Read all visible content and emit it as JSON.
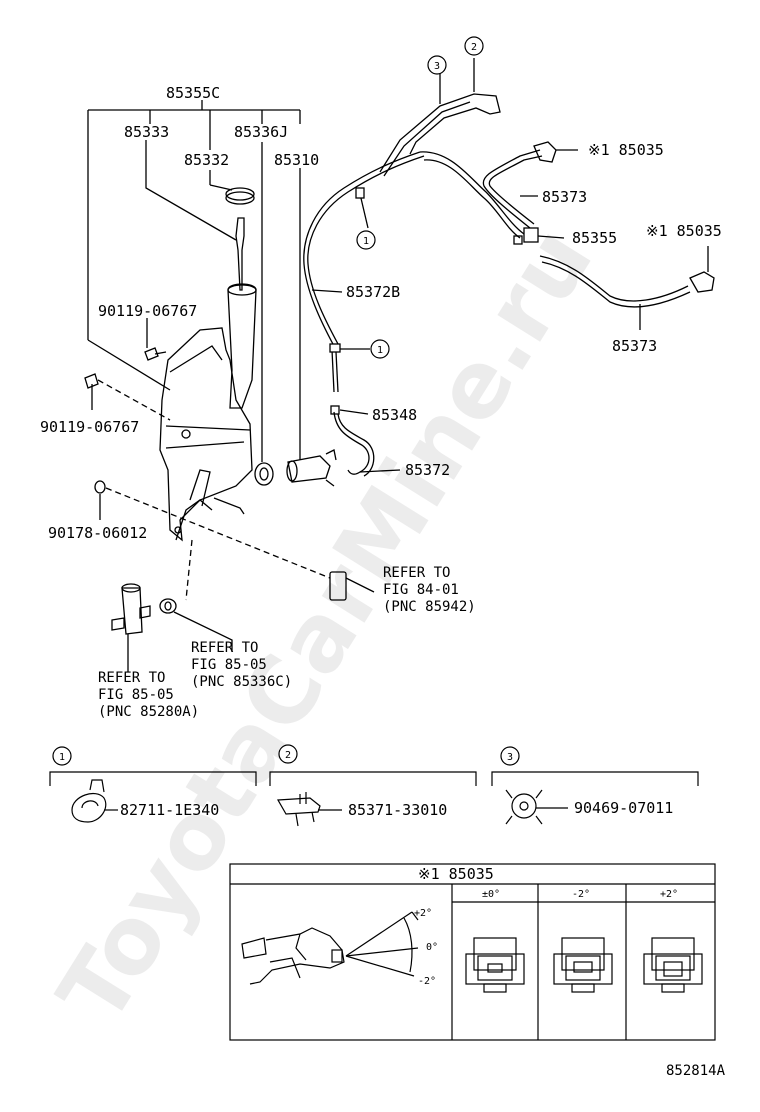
{
  "diagram_id": "852814A",
  "watermark": "ToyotaCarMine.ru",
  "callouts": {
    "c85355C": "85355C",
    "c85333": "85333",
    "c85336J": "85336J",
    "c85332": "85332",
    "c85310": "85310",
    "c85372B": "85372B",
    "c85348": "85348",
    "c85372": "85372",
    "c85373a": "85373",
    "c85355": "85355",
    "c85373b": "85373",
    "c85035a": "※1 85035",
    "c85035b": "※1 85035",
    "bolt1": "90119-06767",
    "bolt2": "90119-06767",
    "nut": "90178-06012"
  },
  "refs": {
    "r1": [
      "REFER TO",
      "FIG 84-01",
      "(PNC 85942)"
    ],
    "r2": [
      "REFER TO",
      "FIG 85-05",
      "(PNC 85336C)"
    ],
    "r3": [
      "REFER TO",
      "FIG 85-05",
      "(PNC 85280A)"
    ]
  },
  "bubbles": {
    "one": "1",
    "two": "2",
    "three": "3"
  },
  "inset_parts": {
    "p1": "82711-1E340",
    "p2": "85371-33010",
    "p3": "90469-07011"
  },
  "table": {
    "title": "※1 85035",
    "headers": [
      "±0°",
      "-2°",
      "+2°"
    ],
    "angles": [
      "+2°",
      "0°",
      "-2°"
    ]
  }
}
